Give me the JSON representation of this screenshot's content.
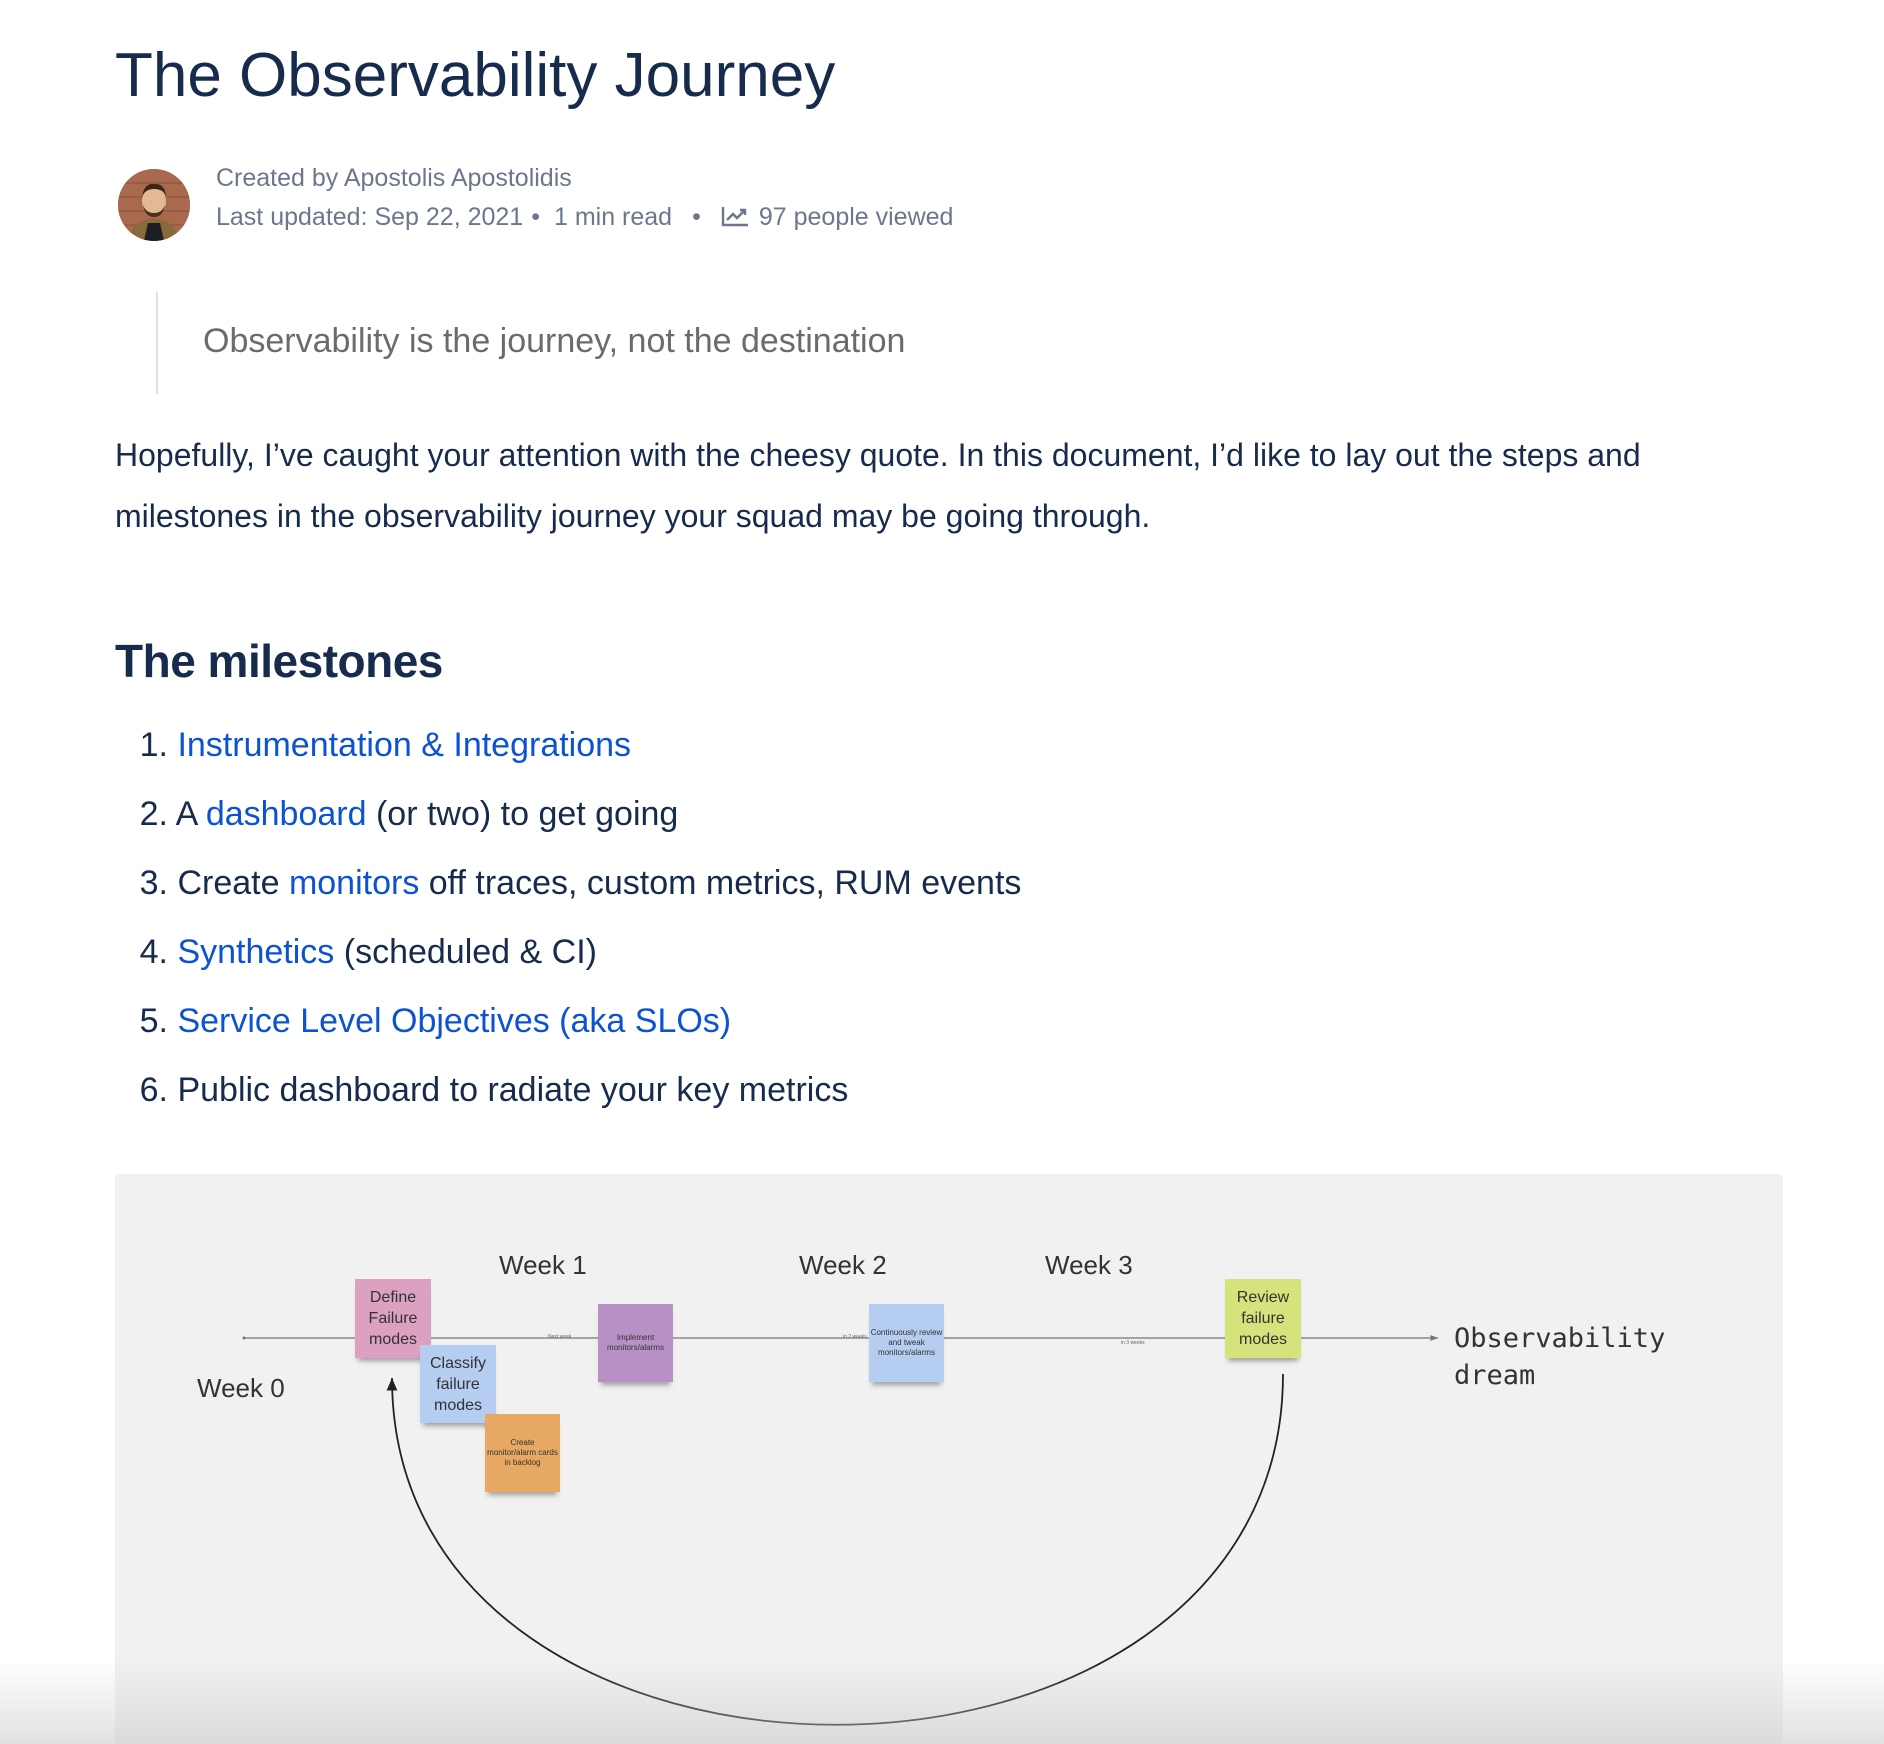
{
  "page": {
    "title": "The Observability Journey",
    "created_by": "Created by Apostolis Apostolidis",
    "last_updated": "Last updated: Sep 22, 2021",
    "read_time": "1 min read",
    "views_icon": "analytics-chart-icon",
    "views": "97 people viewed",
    "separator": "•"
  },
  "quote": "Observability is the journey, not the destination",
  "intro": "Hopefully, I’ve caught your attention with the cheesy quote. In this document, I’d like to lay out the steps and milestones in the observability journey your squad may be going through.",
  "milestones": {
    "heading": "The milestones",
    "items": [
      {
        "num": "1.",
        "before": "",
        "link": "Instrumentation & Integrations",
        "after": ""
      },
      {
        "num": "2.",
        "before": "A ",
        "link": "dashboard",
        "after": " (or two) to get going"
      },
      {
        "num": "3.",
        "before": "Create ",
        "link": "monitors",
        "after": " off traces, custom metrics, RUM events"
      },
      {
        "num": "4.",
        "before": "",
        "link": "Synthetics",
        "after": " (scheduled & CI)"
      },
      {
        "num": "5.",
        "before": "",
        "link": "Service Level Objectives (aka SLOs)",
        "after": ""
      },
      {
        "num": "6.",
        "before": "Public dashboard to radiate your key metrics",
        "link": "",
        "after": ""
      }
    ]
  },
  "diagram": {
    "weeks": [
      "Week 0",
      "Week 1",
      "Week 2",
      "Week 3"
    ],
    "timeline_labels": [
      "Next week",
      "in 2 weeks",
      "in 3 weeks"
    ],
    "end_label_line1": "Observability",
    "end_label_line2": "dream",
    "stickies": [
      {
        "text": "Define Failure modes",
        "color": "#dca0c0"
      },
      {
        "text": "Classify failure modes",
        "color": "#b4cdf0"
      },
      {
        "text": "Create monitor/alarm cards in backlog",
        "color": "#e6a862"
      },
      {
        "text": "Implement monitors/alarms",
        "color": "#b790c6"
      },
      {
        "text": "Continuously review and tweak monitors/alarms",
        "color": "#b4cdf0"
      },
      {
        "text": "Review failure modes",
        "color": "#d6e37d"
      }
    ]
  },
  "colors": {
    "link": "#0c53d4",
    "text": "#172b4d",
    "muted": "#6b778c"
  }
}
